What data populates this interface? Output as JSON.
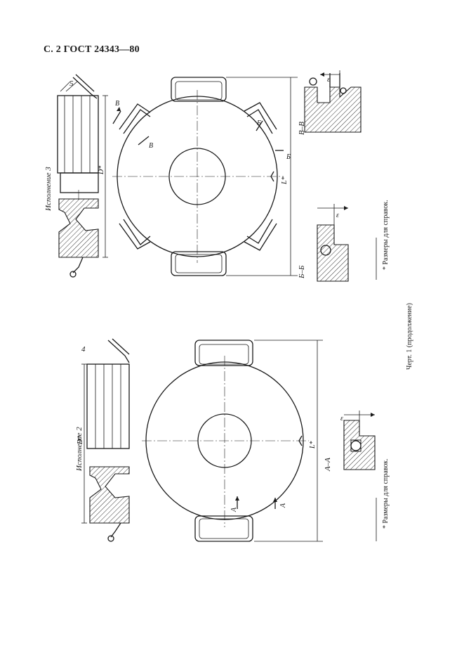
{
  "header": {
    "page_ref": "С. 2 ГОСТ 24343—80"
  },
  "variant3": {
    "title": "Исполнение 3",
    "callout": "5",
    "dim_d": "D*",
    "dim_l": "L*",
    "cut_v": "В",
    "cut_b": "Б",
    "section_vv": "В–В",
    "section_bb": "Б–Б",
    "dim_e_vv": "ε",
    "dim_e_bb": "ε",
    "footnote": "* Размеры для справок."
  },
  "variant2": {
    "title": "Исполнение 2",
    "callout": "4",
    "dim_d": "D*",
    "dim_l": "L*",
    "cut_a": "А",
    "section_aa": "А–А",
    "dim_e_aa": "ε",
    "footnote": "* Размеры для справок."
  },
  "caption": "Черт. 1 (продолжение)"
}
